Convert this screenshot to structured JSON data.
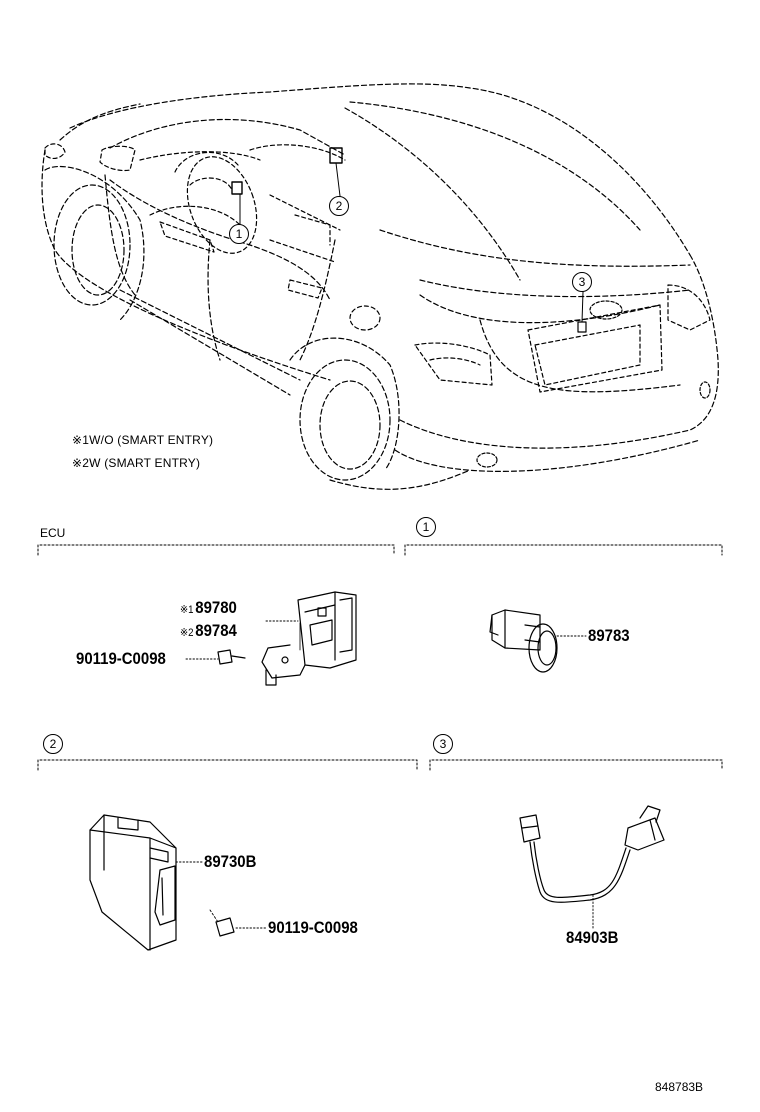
{
  "notes": [
    {
      "mark": "※1",
      "text": "W/O (SMART ENTRY)"
    },
    {
      "mark": "※2",
      "text": "W (SMART ENTRY)"
    }
  ],
  "callouts": [
    "1",
    "2",
    "3"
  ],
  "sections": {
    "ecu": {
      "label": "ECU"
    },
    "one": {
      "label": "1"
    },
    "two": {
      "label": "2"
    },
    "three": {
      "label": "3"
    }
  },
  "parts": {
    "p89780": {
      "mark": "※1",
      "number": "89780"
    },
    "p89784": {
      "mark": "※2",
      "number": "89784"
    },
    "bolt_a": {
      "number": "90119-C0098"
    },
    "p89783": {
      "number": "89783"
    },
    "p89730b": {
      "number": "89730B"
    },
    "bolt_b": {
      "number": "90119-C0098"
    },
    "p84903b": {
      "number": "84903B"
    }
  },
  "diagram_code": "848783B"
}
